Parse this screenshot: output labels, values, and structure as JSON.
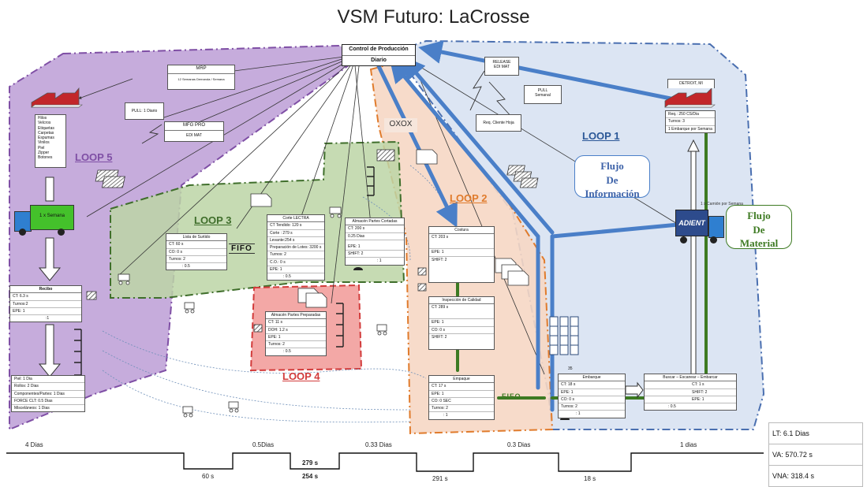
{
  "title": "VSM Futuro: LaCrosse",
  "control": {
    "line1": "Control de Producción",
    "line2": "Diario"
  },
  "mrp": {
    "title": "MRP",
    "sub": "12 Semanas Demanda / Semana"
  },
  "mfg": {
    "title": "MFG PRO",
    "sub": "EDI MAT"
  },
  "pull_diario": "PULL: 1 Diario",
  "release": {
    "line1": "RELEASE",
    "line2": "EDI MAT"
  },
  "pull_semanal": {
    "line1": "PULL",
    "line2": "Semanal"
  },
  "req_cliente": "Req. Cliente Hoja",
  "oxox": "OXOX",
  "fifo1": "FIFO",
  "fifo2": "FIFO",
  "customer": {
    "name": "DETROIT, MI",
    "rows": [
      "Req.: 250 CS/Dia",
      "Turnos: 3",
      "1 Embarque por Semana"
    ]
  },
  "supplier_list": [
    "Hilos",
    "Velcros",
    "Etiquetas",
    "Carpetas",
    "Espumas",
    "Vinilos",
    "Piel",
    "Zipper",
    "Botones"
  ],
  "truck_left_label": "1 x Semana",
  "truck_right_label": "ADIENT",
  "truck_right_caption": "1 x Camión por Semana",
  "loops": {
    "loop1": "LOOP 1",
    "loop2": "LOOP 2",
    "loop3": "LOOP 3",
    "loop4": "LOOP 4",
    "loop5": "LOOP 5"
  },
  "callouts": {
    "info": [
      "Flujo",
      "De",
      "Información"
    ],
    "material": [
      "Flujo",
      "De",
      "Material"
    ]
  },
  "processes": {
    "recibo": {
      "title": "Recibo",
      "rows": [
        "CT: 6.3 s",
        "Turnos:2",
        "EPE: 1",
        ":1"
      ]
    },
    "lista": {
      "title": "Lista de Surtido",
      "rows": [
        "CT: 60 s",
        "CO: 0 s",
        "Turnos: 2",
        ": 0.5"
      ]
    },
    "corte": {
      "title": "Corte LECTRA",
      "rows": [
        "CT Tendido: 120 s",
        "Corte : 279 s",
        "Levante:254 s",
        "Preparación de Lotes: 3200 s",
        "Turnos: 2",
        "C.O.: 0 s",
        "EPE: 1",
        ": 0.5"
      ]
    },
    "almacen_cortadas": {
      "title": "Almacén Partes Cortadas",
      "rows": [
        "CT: 200 s",
        "0.25 Dias",
        "EPE: 1",
        "SHIFT: 2",
        ": 1"
      ]
    },
    "costura": {
      "title": "Costura",
      "rows": [
        "CT: 203 s",
        "EPE: 1",
        "SHIFT: 2"
      ]
    },
    "inspeccion": {
      "title": "Inspección de Calidad",
      "rows": [
        "CT: 289 s",
        "EPE: 1",
        "CO: 0 s",
        "SHIFT: 2"
      ]
    },
    "almacen_preparadas": {
      "title": "Almacén Partes Preparadas",
      "rows": [
        "CT: 11 s",
        "DOH: 1.2 s",
        "EPE: 1",
        "Turnos: 2",
        ": 0.5"
      ]
    },
    "empaque": {
      "title": "Empaque",
      "rows": [
        "CT: 17 s",
        "EPE: 1",
        "CO: 0 SEC",
        "Turnos: 2",
        ": 1"
      ]
    },
    "embarque": {
      "title": "Embarque",
      "rows": [
        "CT: 18 s",
        "EPE: 1",
        "CO: 0 s",
        "Turnos: 2",
        ": 1"
      ]
    },
    "buscar": {
      "title": "Buscar – Escanear – Embarcar",
      "rows": [
        "CT: 1 s",
        "SHIFT: 2",
        "EPE: 1",
        ": 0.5"
      ]
    }
  },
  "inventory_left": {
    "rows": [
      "Piel: 1 Dia",
      "Rollos: 2 Dias",
      "Componentes/Partes: 1 Dias",
      "FORCE CLT: 0.5 Dias",
      "Misceláneos: 1 Dias"
    ]
  },
  "inv_count": "35",
  "timeline": {
    "upper": [
      "4 Dias",
      "0.5Dias",
      "279 s",
      "0.33 Dias",
      "0.3 Dias",
      "1 dias"
    ],
    "lower": [
      "60 s",
      "254 s",
      "291 s",
      "18 s"
    ]
  },
  "metrics": [
    "LT: 6.1 Dias",
    "VA: 570.72 s",
    "VNA: 318.4 s"
  ]
}
